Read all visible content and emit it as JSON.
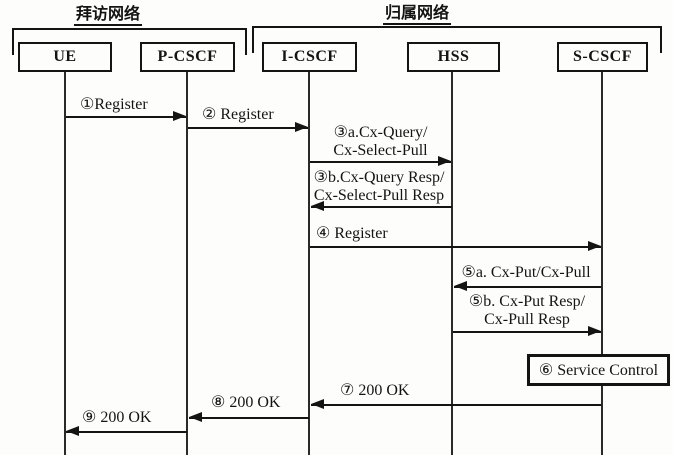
{
  "colors": {
    "ink": "#141414",
    "background": "#fdfdfc"
  },
  "groups": {
    "visited": {
      "label": "拜访网络"
    },
    "home": {
      "label": "归属网络"
    }
  },
  "actors": [
    {
      "id": "ue",
      "label": "UE"
    },
    {
      "id": "pcscf",
      "label": "P-CSCF"
    },
    {
      "id": "icscf",
      "label": "I-CSCF"
    },
    {
      "id": "hss",
      "label": "HSS"
    },
    {
      "id": "scscf",
      "label": "S-CSCF"
    }
  ],
  "messages": [
    {
      "num": "1",
      "from": "UE",
      "to": "P-CSCF",
      "label": "①Register"
    },
    {
      "num": "2",
      "from": "P-CSCF",
      "to": "I-CSCF",
      "label": "② Register"
    },
    {
      "num": "3a",
      "from": "I-CSCF",
      "to": "HSS",
      "line1": "③a.Cx-Query/",
      "line2": "Cx-Select-Pull"
    },
    {
      "num": "3b",
      "from": "HSS",
      "to": "I-CSCF",
      "line1": "③b.Cx-Query Resp/",
      "line2": "Cx-Select-Pull Resp"
    },
    {
      "num": "4",
      "from": "I-CSCF",
      "to": "S-CSCF",
      "label": "④ Register"
    },
    {
      "num": "5a",
      "from": "S-CSCF",
      "to": "HSS",
      "label": "⑤a. Cx-Put/Cx-Pull"
    },
    {
      "num": "5b",
      "from": "HSS",
      "to": "S-CSCF",
      "line1": "⑤b. Cx-Put Resp/",
      "line2": "Cx-Pull Resp"
    },
    {
      "num": "6",
      "at": "S-CSCF",
      "label": "⑥ Service Control"
    },
    {
      "num": "7",
      "from": "S-CSCF",
      "to": "I-CSCF",
      "label": "⑦ 200 OK"
    },
    {
      "num": "8",
      "from": "I-CSCF",
      "to": "P-CSCF",
      "label": "⑧ 200 OK"
    },
    {
      "num": "9",
      "from": "P-CSCF",
      "to": "UE",
      "label": "⑨ 200 OK"
    }
  ]
}
